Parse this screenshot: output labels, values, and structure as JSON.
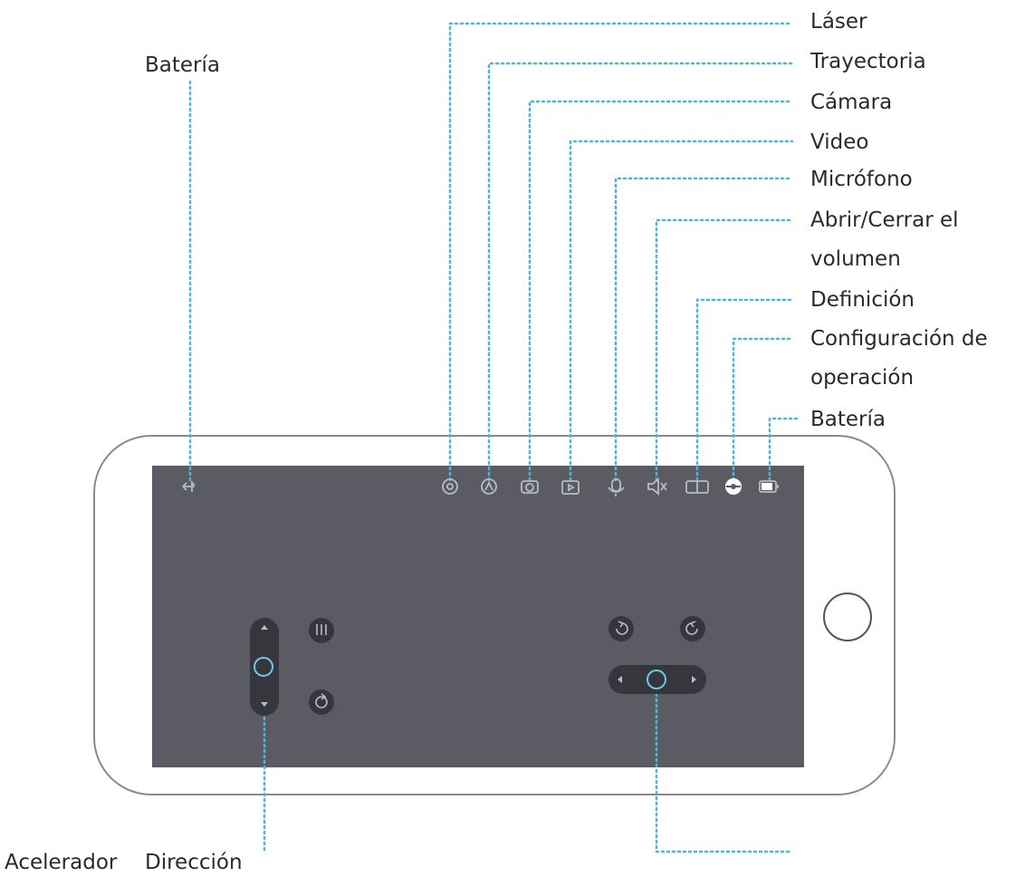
{
  "labels": {
    "battery_left": "Batería",
    "laser": "Láser",
    "trajectory": "Trayectoria",
    "camera": "Cámara",
    "video": "Video",
    "microphone": "Micrófono",
    "volume_line1": "Abrir/Cerrar el",
    "volume_line2": "volumen",
    "definition": "Definición",
    "operation_line1": "Configuración de",
    "operation_line2": "operación",
    "battery_right": "Batería",
    "accelerator": "Acelerador",
    "direction": "Dirección"
  },
  "colors": {
    "leader": "#4fb3e0",
    "screen": "#5b5c63",
    "icon": "#b9bbc2",
    "control_dark": "#36373c",
    "accent_ring": "#6fc8ee"
  },
  "icons": [
    "back-icon",
    "laser-icon",
    "trajectory-icon",
    "camera-icon",
    "video-icon",
    "microphone-icon",
    "volume-icon",
    "definition-icon",
    "operation-config-icon",
    "battery-icon"
  ]
}
